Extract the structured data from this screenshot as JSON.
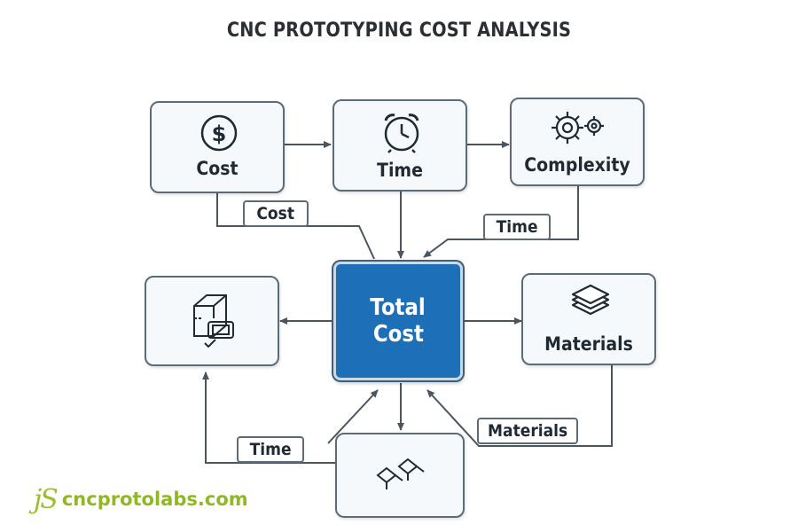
{
  "title": "CNC PROTOTYPING COST ANALYSIS",
  "nodes": {
    "cost": {
      "label": "Cost",
      "icon": "dollar-icon"
    },
    "time": {
      "label": "Time",
      "icon": "alarm-clock-icon"
    },
    "complexity": {
      "label": "Complexity",
      "icon": "gears-icon"
    },
    "total": {
      "line1": "Total",
      "line2": "Cost"
    },
    "materials": {
      "label": "Materials",
      "icon": "layers-icon"
    },
    "design": {
      "label": "",
      "icon": "cube-blueprint-icon"
    },
    "tooling": {
      "label": "",
      "icon": "cutting-tool-icon"
    }
  },
  "edge_labels": {
    "cost": "Cost",
    "time_right": "Time",
    "time_bottom": "Time",
    "materials": "Materials"
  },
  "colors": {
    "accent": "#1d6fb8",
    "border": "#5c6b78",
    "node_fill": "#f6f9fb",
    "brand": "#8fb824"
  },
  "brand": {
    "logo": "jS",
    "text": "cncprotolabs.com"
  }
}
